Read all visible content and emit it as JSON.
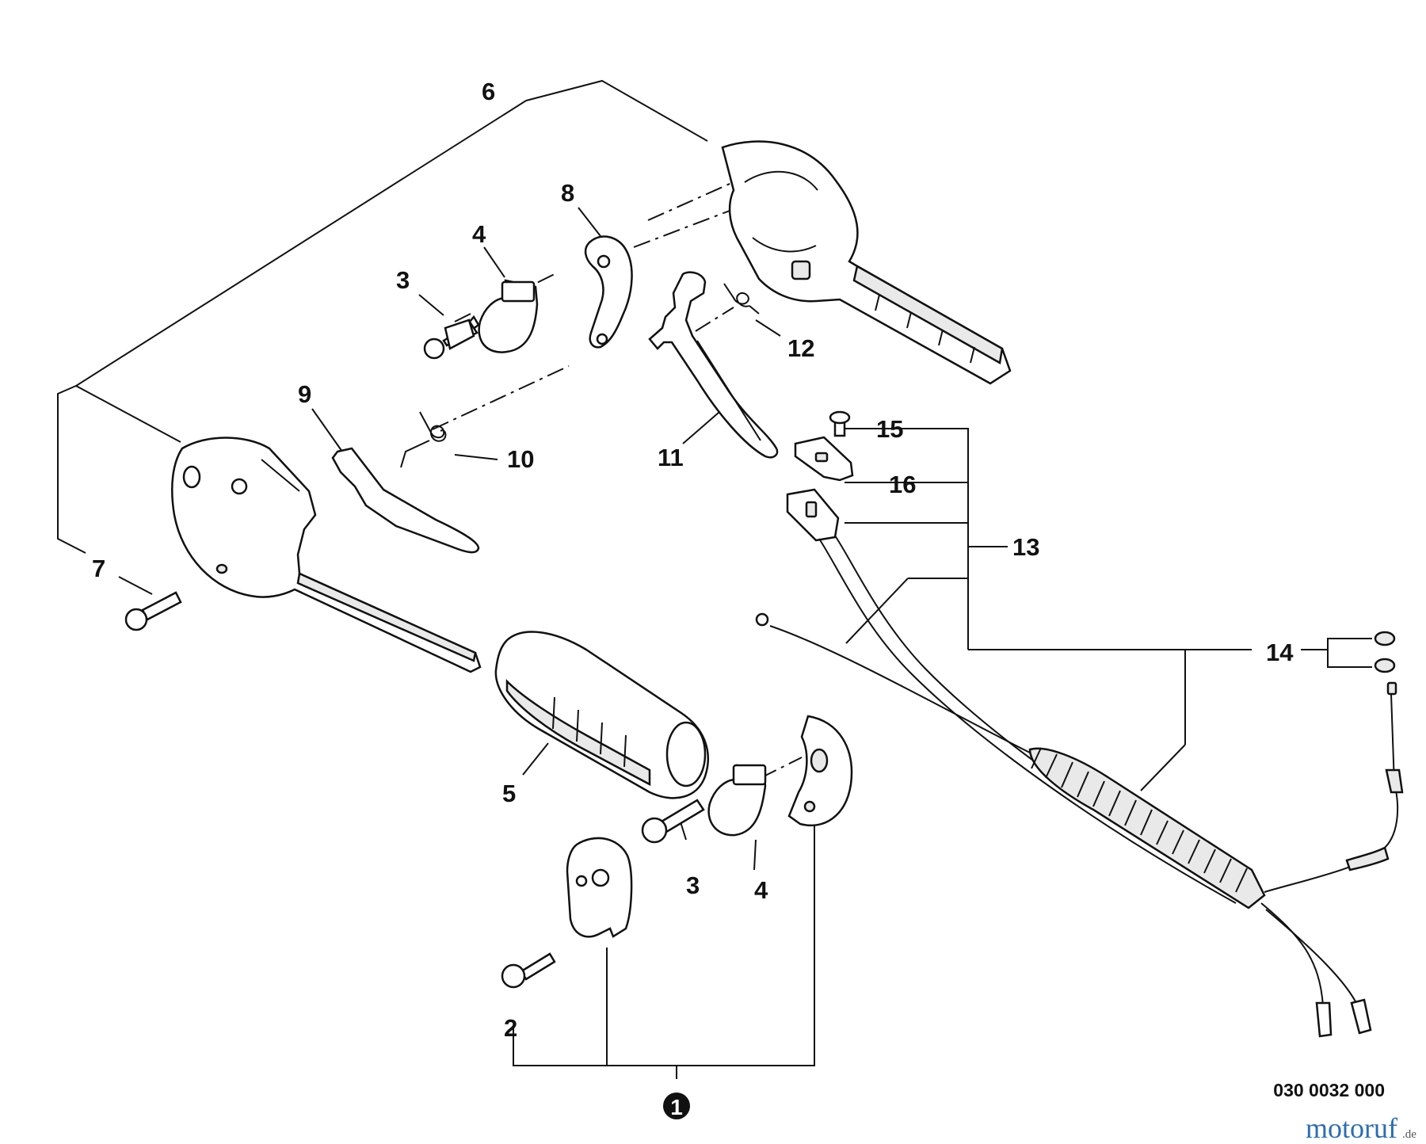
{
  "callouts": {
    "n1": "1",
    "n2": "2",
    "n3a": "3",
    "n3b": "3",
    "n4a": "4",
    "n4b": "4",
    "n5": "5",
    "n6": "6",
    "n7": "7",
    "n8": "8",
    "n9": "9",
    "n10": "10",
    "n11": "11",
    "n12": "12",
    "n13": "13",
    "n14": "14",
    "n15": "15",
    "n16": "16"
  },
  "diagram_code": "030 0032 000",
  "watermark": {
    "main": "motoruf",
    "suffix": ".de"
  },
  "colors": {
    "ink": "#111111",
    "fill": "#e9e9e9",
    "wm_m": "#2b6db3",
    "wm_o": "#d93a2b",
    "wm_t": "#f0a020",
    "wm_r": "#3a9a3a"
  }
}
